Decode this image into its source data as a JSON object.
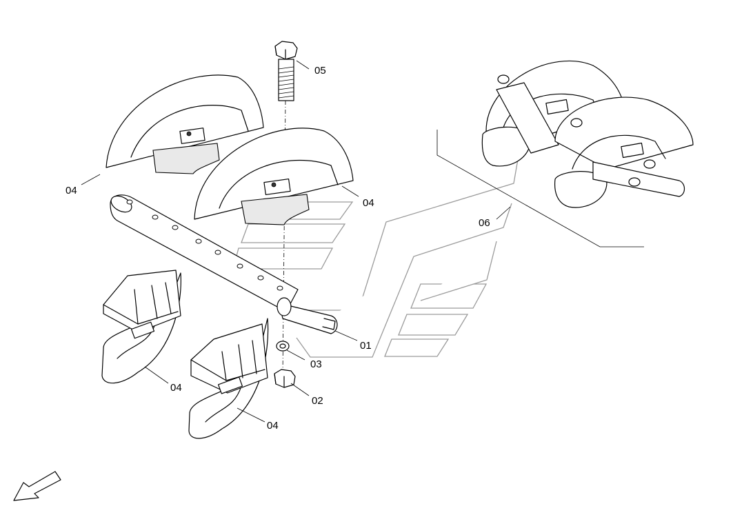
{
  "callouts": {
    "c01": "01",
    "c02": "02",
    "c03": "03",
    "c04a": "04",
    "c04b": "04",
    "c04c": "04",
    "c04d": "04",
    "c05": "05",
    "c06": "06"
  },
  "colors": {
    "line": "#000000",
    "watermark": "#9a9a9a",
    "background": "#ffffff"
  }
}
